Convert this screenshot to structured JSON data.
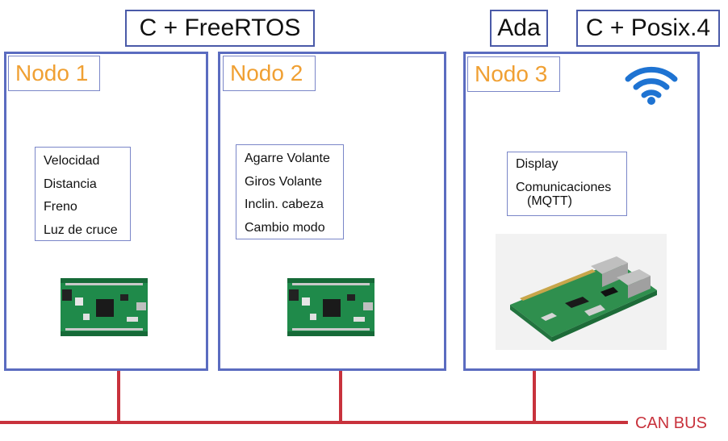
{
  "top_labels": {
    "freertos": "C + FreeRTOS",
    "ada": "Ada",
    "posix": "C + Posix.4"
  },
  "nodes": [
    {
      "title": "Nodo 1",
      "items": [
        "Velocidad",
        "Distancia",
        "Freno",
        "Luz de cruce"
      ]
    },
    {
      "title": "Nodo 2",
      "items": [
        "Agarre Volante",
        "Giros Volante",
        "Inclin. cabeza",
        "Cambio modo"
      ]
    },
    {
      "title": "Nodo 3",
      "items": [
        "Display",
        "Comunicaciones",
        "(MQTT)"
      ]
    }
  ],
  "bus_label": "CAN BUS",
  "colors": {
    "node_border": "#5b6cc0",
    "title_text": "#f0a033",
    "bus": "#c8323c",
    "wifi": "#1e73d2",
    "pcb": "#1f8a4a"
  },
  "icons": {
    "wifi": "wifi-icon",
    "board_stm32": "stm32-board-icon",
    "board_rpi": "raspberry-pi-icon"
  }
}
